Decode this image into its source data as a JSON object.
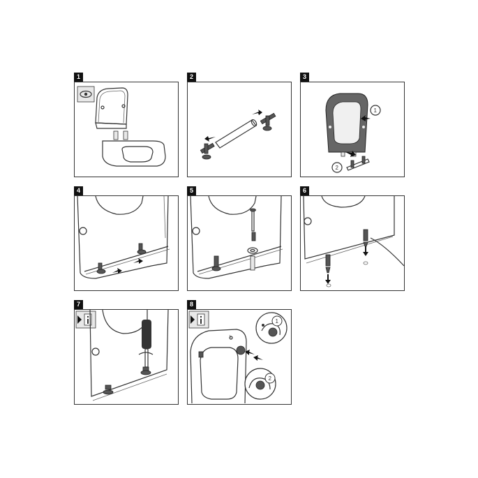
{
  "steps": [
    {
      "number": "1"
    },
    {
      "number": "2"
    },
    {
      "number": "3"
    },
    {
      "number": "4"
    },
    {
      "number": "5"
    },
    {
      "number": "6"
    },
    {
      "number": "7"
    },
    {
      "number": "8"
    }
  ],
  "callouts": {
    "step3_a": "1",
    "step3_b": "2",
    "step8_a": "1",
    "step8_b": "2"
  },
  "icons": {
    "step1": "eye-icon",
    "step7": "info-icon",
    "step8": "info-icon"
  },
  "colors": {
    "line": "#333333",
    "fill_dark": "#555555",
    "badge": "#111111",
    "background": "#ffffff"
  }
}
